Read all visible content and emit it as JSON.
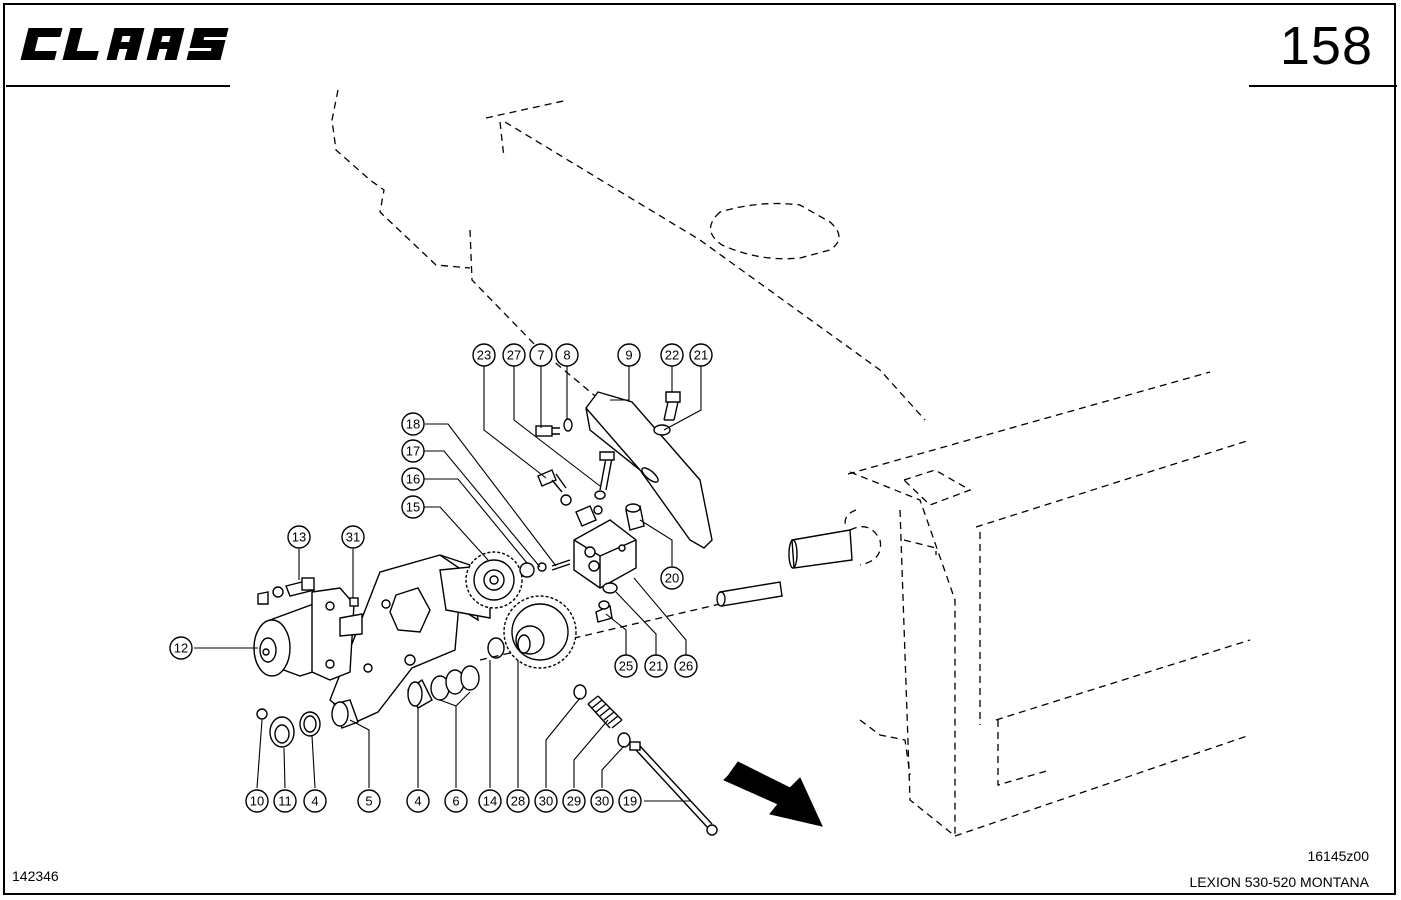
{
  "header": {
    "brand": "CLAAS",
    "page_number": "158"
  },
  "footer": {
    "left_code": "142346",
    "drawing_code": "16145z00",
    "model": "LEXION 530-520 MONTANA"
  },
  "callouts": [
    "23",
    "27",
    "7",
    "8",
    "9",
    "22",
    "21",
    "18",
    "17",
    "16",
    "15",
    "13",
    "31",
    "12",
    "20",
    "25",
    "21",
    "26",
    "10",
    "11",
    "4",
    "5",
    "4",
    "6",
    "14",
    "28",
    "30",
    "29",
    "30",
    "19"
  ]
}
